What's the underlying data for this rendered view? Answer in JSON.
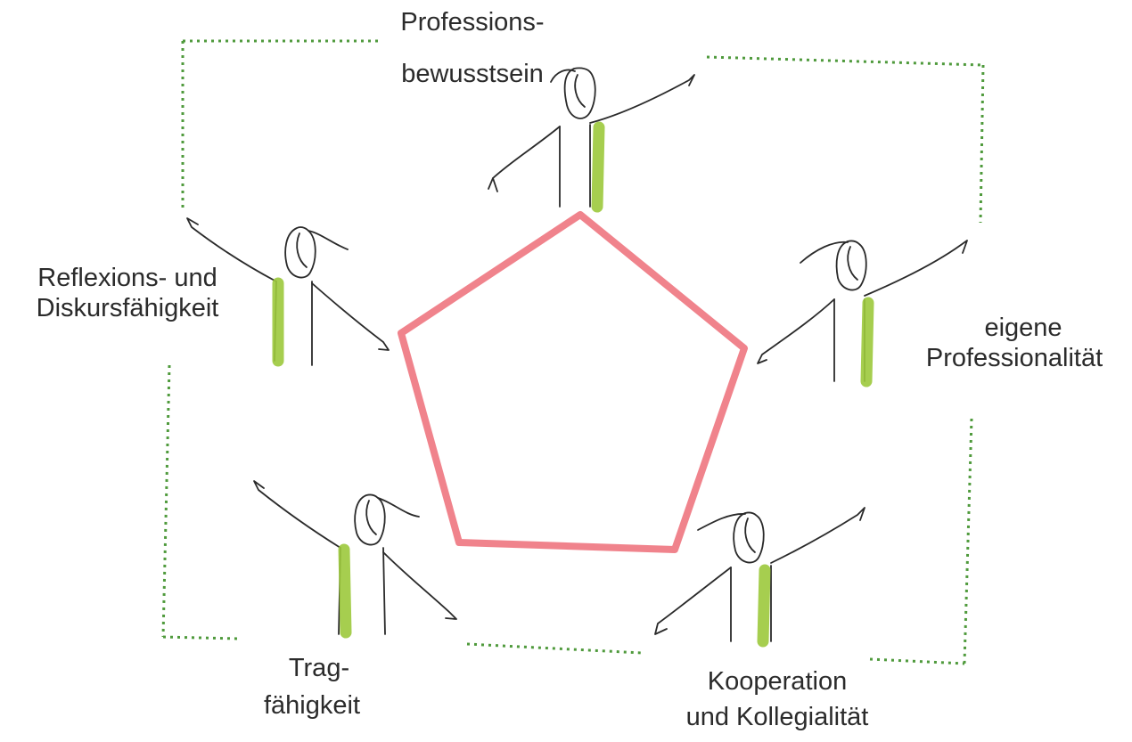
{
  "labels": {
    "top": [
      "Professions-",
      "bewusstsein"
    ],
    "left": [
      "Reflexions- und",
      "Diskursfähigkeit"
    ],
    "right": [
      "eigene",
      "Professionalität"
    ],
    "bottom_left": [
      "Trag-",
      "fähigkeit"
    ],
    "bottom_right": [
      "Kooperation",
      "und Kollegialität"
    ]
  },
  "colors": {
    "pentagon": "#ee7580",
    "scarf": "#9dc93c",
    "frame_dots": "#4f9a3c",
    "ink": "#2a2a2a"
  },
  "figures": [
    "person-top",
    "person-left",
    "person-right",
    "person-bottom-left",
    "person-bottom-right"
  ]
}
